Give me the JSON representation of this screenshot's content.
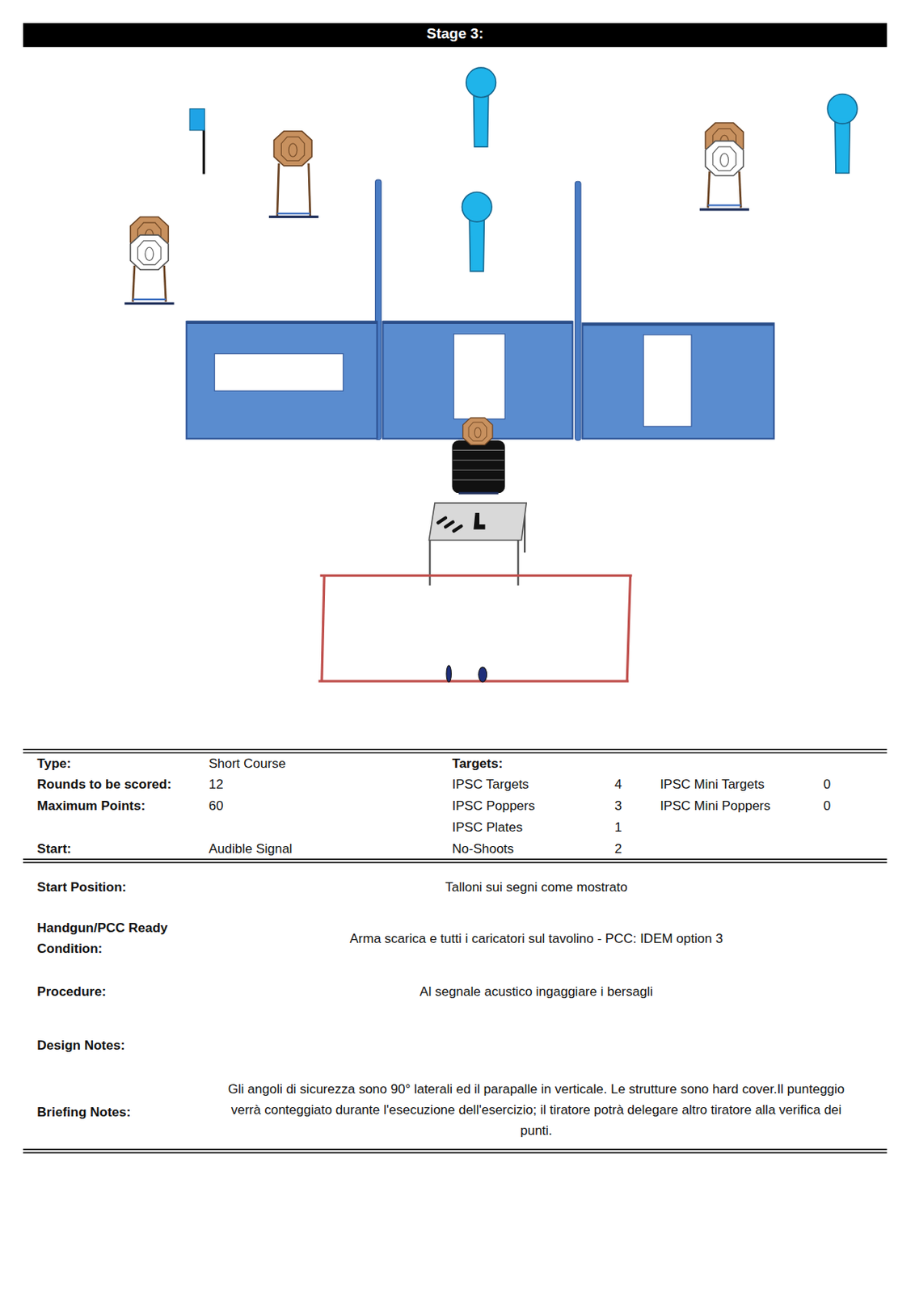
{
  "diagram": {
    "title": "Stage 3:",
    "labels": [
      "Type:",
      "Short Course",
      "Rounds to be scored:",
      "12",
      "Maximum Points:",
      "60",
      "Start:",
      "Audible Signal",
      "Targets:",
      "IPSC Targets",
      "4",
      "IPSC Mini Targets",
      "0",
      "IPSC Poppers",
      "3",
      "IPSC Mini Poppers",
      "0",
      "IPSC Plates",
      "1",
      "No-Shoots",
      "2",
      "Start Position:",
      "Talloni sui segni come mostrato",
      "Handgun/PCC Ready Condition:",
      "Arma scarica e tutti i caricatori sul tavolino - PCC: IDEM option 3",
      "Procedure:",
      "Al segnale acustico ingaggiare i bersagli",
      "Design Notes:",
      "Briefing Notes:",
      "Gli angoli di sicurezza sono 90° laterali ed il parapalle in verticale. Le strutture sono hard cover.Il punteggio verrà conteggiato durante l'esecuzione dell'esercizio; il tiratore potrà delegare altro tiratore alla verifica dei punti."
    ]
  }
}
